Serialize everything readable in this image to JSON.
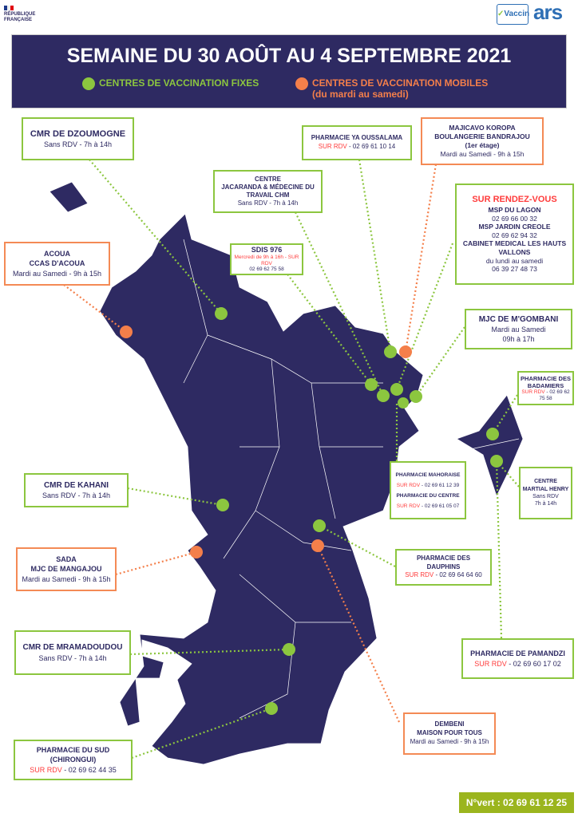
{
  "header": {
    "title": "SEMAINE DU 30 AOÛT AU 4 SEPTEMBRE 2021",
    "legend_fixed": "CENTRES DE VACCINATION FIXES",
    "legend_mobile": "CENTRES DE VACCINATION MOBILES",
    "legend_mobile_note": "(du mardi au samedi)"
  },
  "logos": {
    "republique": "RÉPUBLIQUE FRANÇAISE",
    "vaccin": "Vaccin",
    "ars": "ars"
  },
  "colors": {
    "navy": "#2e2a62",
    "fixed": "#8cc63f",
    "mobile": "#f47f4a",
    "appointment": "#ff3b3b"
  },
  "centers": {
    "dzoumogne": {
      "name": "CMR DE DZOUMOGNE",
      "info": "Sans RDV - 7h à 14h"
    },
    "acoua": {
      "name1": "ACOUA",
      "name2": "CCAS D'ACOUA",
      "info": "Mardi au Samedi - 9h à 15h"
    },
    "jacaranda": {
      "name1": "CENTRE",
      "name2": "JACARANDA & MÉDECINE DU TRAVAIL CHM",
      "info": "Sans RDV -  7h à 14h"
    },
    "ya_oussalama": {
      "name": "PHARMACIE YA OUSSALAMA",
      "rdv": "SUR RDV",
      "phone": " - 02 69 61 10 14"
    },
    "majicavo": {
      "name1": "MAJICAVO KOROPA",
      "name2": "BOULANGERIE BANDRAJOU",
      "name3": "(1er étage)",
      "info": "Mardi au Samedi - 9h à 15h"
    },
    "sur_rdv": {
      "heading": "SUR RENDEZ-VOUS",
      "items": [
        {
          "name": "MSP DU LAGON",
          "phone": "02 69 66 00 32"
        },
        {
          "name": "MSP JARDIN CREOLE",
          "phone": "02 69 62 94 32"
        },
        {
          "name": "CABINET MEDICAL LES HAUTS VALLONS",
          "hours": "du lundi au samedi",
          "phone": "06 39 27 48 73"
        }
      ]
    },
    "sdis": {
      "name": "SDIS 976",
      "rdv": "Mercredi de 9h à 16h - SUR RDV",
      "phone": "02 69 62 75 58"
    },
    "mgombani": {
      "name": "MJC DE M'GOMBANI",
      "info1": "Mardi au Samedi",
      "info2": "09h à 17h"
    },
    "badamiers": {
      "name": "PHARMACIE DES BADAMIERS",
      "rdv": "SUR RDV",
      "phone": " - 02 69 62 75 58"
    },
    "martial_henry": {
      "name1": "CENTRE",
      "name2": "MARTIAL HENRY",
      "info1": "Sans RDV",
      "info2": "7h à 14h"
    },
    "mahoraise": {
      "name1": "PHARMACIE MAHORAISE",
      "rdv1": "SUR RDV",
      "phone1": " - 02 69 61 12 39",
      "name2": "PHARMACIE DU CENTRE",
      "rdv2": "SUR RDV",
      "phone2": " - 02 69 61 05 07"
    },
    "kahani": {
      "name": "CMR DE KAHANI",
      "info": "Sans RDV - 7h à 14h"
    },
    "sada": {
      "name1": "SADA",
      "name2": "MJC DE MANGAJOU",
      "info": "Mardi au Samedi - 9h à 15h"
    },
    "dauphins": {
      "name": "PHARMACIE DES DAUPHINS",
      "rdv": "SUR RDV",
      "phone": " - 02 69 64 64 60"
    },
    "pamandzi": {
      "name": "PHARMACIE DE PAMANDZI",
      "rdv": "SUR RDV",
      "phone": " - 02 69 60 17 02"
    },
    "mramadoudou": {
      "name": "CMR DE MRAMADOUDOU",
      "info": "Sans RDV - 7h à 14h"
    },
    "dembeni": {
      "name1": "DEMBENI",
      "name2": "MAISON POUR TOUS",
      "info": "Mardi au Samedi - 9h à 15h"
    },
    "sud": {
      "name1": "PHARMACIE DU SUD",
      "name2": "(CHIRONGUI)",
      "rdv": "SUR RDV",
      "phone": " - 02 69 62 44 35"
    }
  },
  "footer": {
    "hotline": "N°vert : 02 69 61 12 25"
  }
}
